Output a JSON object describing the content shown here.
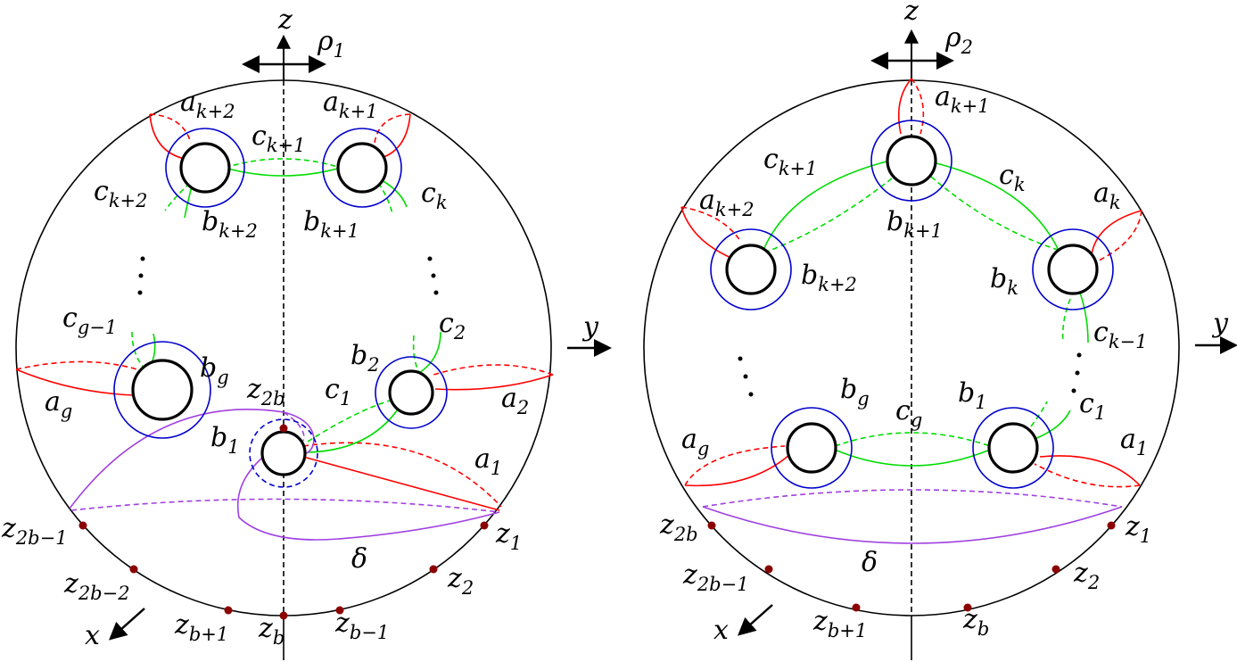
{
  "left": {
    "axis_z": "z",
    "axis_y": "y",
    "axis_x": "x",
    "rho": {
      "base": "ρ",
      "sub": "1"
    },
    "labels": {
      "a_k2": {
        "base": "a",
        "sub": "k+2"
      },
      "a_k1": {
        "base": "a",
        "sub": "k+1"
      },
      "c_k1": {
        "base": "c",
        "sub": "k+1"
      },
      "c_k2": {
        "base": "c",
        "sub": "k+2"
      },
      "c_k": {
        "base": "c",
        "sub": "k"
      },
      "b_k2": {
        "base": "b",
        "sub": "k+2"
      },
      "b_k1": {
        "base": "b",
        "sub": "k+1"
      },
      "c_g1": {
        "base": "c",
        "sub": "g−1"
      },
      "b_g": {
        "base": "b",
        "sub": "g"
      },
      "a_g": {
        "base": "a",
        "sub": "g"
      },
      "b_2": {
        "base": "b",
        "sub": "2"
      },
      "c_2": {
        "base": "c",
        "sub": "2"
      },
      "a_2": {
        "base": "a",
        "sub": "2"
      },
      "z_2b": {
        "base": "z",
        "sub": "2b"
      },
      "c_1": {
        "base": "c",
        "sub": "1"
      },
      "b_1": {
        "base": "b",
        "sub": "1"
      },
      "a_1": {
        "base": "a",
        "sub": "1"
      },
      "delta": {
        "base": "δ",
        "sub": ""
      },
      "z_2b1": {
        "base": "z",
        "sub": "2b−1"
      },
      "z_1": {
        "base": "z",
        "sub": "1"
      },
      "z_2b2": {
        "base": "z",
        "sub": "2b−2"
      },
      "z_2": {
        "base": "z",
        "sub": "2"
      },
      "z_b1p": {
        "base": "z",
        "sub": "b+1"
      },
      "z_b": {
        "base": "z",
        "sub": "b"
      },
      "z_b1m": {
        "base": "z",
        "sub": "b−1"
      }
    }
  },
  "right": {
    "axis_z": "z",
    "axis_y": "y",
    "axis_x": "x",
    "rho": {
      "base": "ρ",
      "sub": "2"
    },
    "labels": {
      "a_k1": {
        "base": "a",
        "sub": "k+1"
      },
      "c_k1": {
        "base": "c",
        "sub": "k+1"
      },
      "c_k": {
        "base": "c",
        "sub": "k"
      },
      "a_k2": {
        "base": "a",
        "sub": "k+2"
      },
      "a_k": {
        "base": "a",
        "sub": "k"
      },
      "b_k1": {
        "base": "b",
        "sub": "k+1"
      },
      "b_k2": {
        "base": "b",
        "sub": "k+2"
      },
      "b_k": {
        "base": "b",
        "sub": "k"
      },
      "c_km1": {
        "base": "c",
        "sub": "k−1"
      },
      "b_g": {
        "base": "b",
        "sub": "g"
      },
      "c_g": {
        "base": "c",
        "sub": "g"
      },
      "b_1": {
        "base": "b",
        "sub": "1"
      },
      "c_1": {
        "base": "c",
        "sub": "1"
      },
      "a_g": {
        "base": "a",
        "sub": "g"
      },
      "a_1": {
        "base": "a",
        "sub": "1"
      },
      "z_2b": {
        "base": "z",
        "sub": "2b"
      },
      "z_1": {
        "base": "z",
        "sub": "1"
      },
      "delta": {
        "base": "δ",
        "sub": ""
      },
      "z_2b1": {
        "base": "z",
        "sub": "2b−1"
      },
      "z_2": {
        "base": "z",
        "sub": "2"
      },
      "z_b1p": {
        "base": "z",
        "sub": "b+1"
      },
      "z_b": {
        "base": "z",
        "sub": "b"
      }
    }
  },
  "colors": {
    "a_curves": "#ff0000",
    "b_curves": "#0000cc",
    "c_curves": "#00dd00",
    "delta_curve": "#a040e0",
    "marked_points": "#8b0000"
  }
}
